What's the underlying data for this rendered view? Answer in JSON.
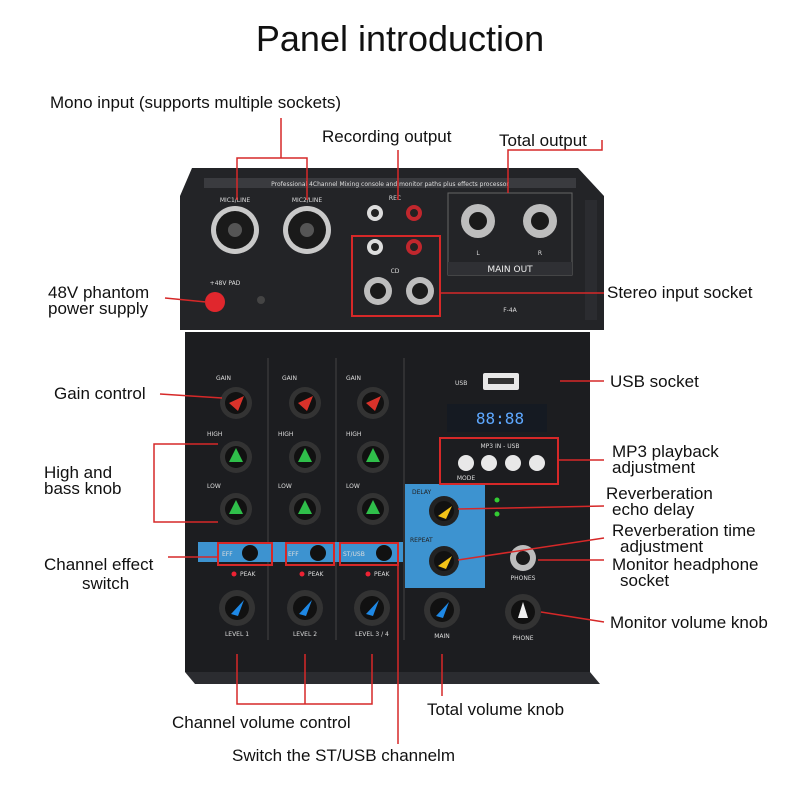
{
  "title": "Panel introduction",
  "labels": {
    "mono_input": "Mono input (supports multiple sockets)",
    "recording_output": "Recording output",
    "total_output": "Total output",
    "phantom_line1": "48V phantom",
    "phantom_line2": "power supply",
    "stereo_input": "Stereo input socket",
    "gain_control": "Gain control",
    "usb_socket": "USB socket",
    "mp3_line1": "MP3 playback",
    "mp3_line2": "adjustment",
    "high_bass_line1": "High and",
    "high_bass_line2": "bass knob",
    "reverb_echo_line1": "Reverberation",
    "reverb_echo_line2": "echo delay",
    "reverb_time_line1": "Reverberation time",
    "reverb_time_line2": "adjustment",
    "effect_switch_line1": "Channel effect",
    "effect_switch_line2": "switch",
    "headphone_line1": "Monitor headphone",
    "headphone_line2": "socket",
    "monitor_volume": "Monitor volume knob",
    "channel_volume": "Channel volume control",
    "total_volume": "Total volume knob",
    "st_usb_switch": "Switch the ST/USB channelm"
  },
  "device": {
    "header_text": "Professional 4Channel Mixing console and monitor paths plus effects processor",
    "mic1": "MIC1/LINE",
    "mic2": "MIC2/LINE",
    "rec": "REC",
    "cd": "CD",
    "main_out": "MAIN OUT",
    "model": "F-4A",
    "pad": "+48V PAD",
    "l": "L",
    "r": "R",
    "gain": "GAIN",
    "high": "HIGH",
    "low": "LOW",
    "eff": "EFF",
    "st_usb": "ST/USB",
    "peak": "PEAK",
    "level1": "LEVEL 1",
    "level2": "LEVEL 2",
    "level34": "LEVEL 3 / 4",
    "usb": "USB",
    "mp3in_usb": "MP3 IN - USB",
    "mode": "MODE",
    "delay": "DELAY",
    "repeat": "REPEAT",
    "main": "MAIN",
    "phones": "PHONES",
    "phone": "PHONE",
    "display": "88:88"
  },
  "colors": {
    "callout_red": "#d62828",
    "panel_dark": "#1e1f22",
    "blue_strip": "#3d93d0",
    "gain_knob": "#d9322a",
    "eq_knob": "#2fbf4a",
    "level_knob": "#1e88e5",
    "fx_knob": "#f2c318"
  }
}
